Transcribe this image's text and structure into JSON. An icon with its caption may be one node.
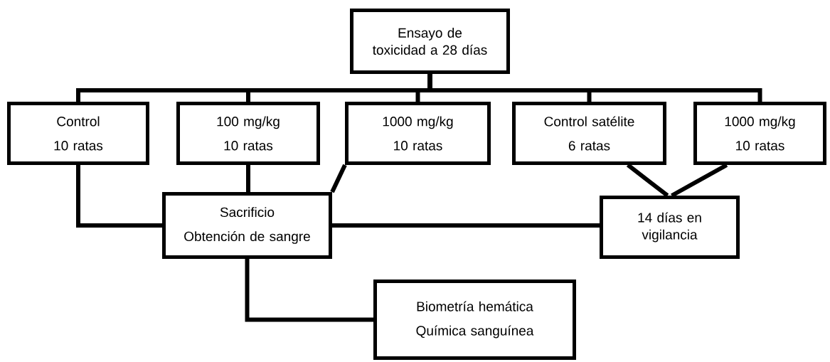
{
  "diagram": {
    "nodes": [
      {
        "text": [
          "Ensayo de toxicidad a 28 días"
        ]
      },
      {
        "text": [
          "Control",
          "10 ratas"
        ]
      },
      {
        "text": [
          "100 mg/kg",
          "10 ratas"
        ]
      },
      {
        "text": [
          "1000 mg/kg",
          "10 ratas"
        ]
      },
      {
        "text": [
          "Control satélite",
          "6 ratas"
        ]
      },
      {
        "text": [
          "1000 mg/kg",
          "10 ratas"
        ]
      },
      {
        "text": [
          "Sacrificio",
          "Obtención de sangre"
        ]
      },
      {
        "text": [
          "14 días en vigilancia"
        ]
      },
      {
        "text": [
          "Biometría hemática",
          "Química sanguínea"
        ]
      }
    ],
    "edges": [
      {
        "from": 0,
        "to": 1,
        "arrow": "none"
      },
      {
        "from": 0,
        "to": 2,
        "arrow": "none"
      },
      {
        "from": 0,
        "to": 3,
        "arrow": "none"
      },
      {
        "from": 0,
        "to": 4,
        "arrow": "none"
      },
      {
        "from": 0,
        "to": 5,
        "arrow": "none"
      },
      {
        "from": 1,
        "to": 6,
        "arrow": "none"
      },
      {
        "from": 2,
        "to": 6,
        "arrow": "none"
      },
      {
        "from": 3,
        "to": 6,
        "arrow": "none"
      },
      {
        "from": 4,
        "to": 7,
        "arrow": "none"
      },
      {
        "from": 5,
        "to": 7,
        "arrow": "none"
      },
      {
        "from": 6,
        "to": 7,
        "arrow": "none"
      },
      {
        "from": 6,
        "to": 8,
        "arrow": "none"
      }
    ]
  }
}
